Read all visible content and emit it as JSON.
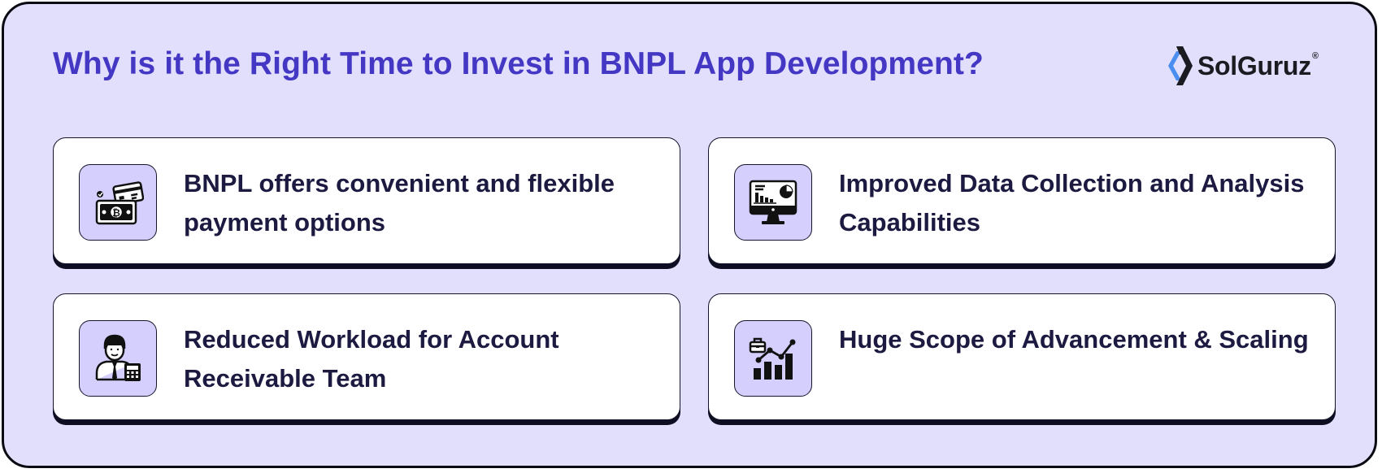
{
  "header": {
    "title": "Why is it the Right Time to Invest in BNPL App Development?",
    "logo": {
      "text": "SolGuruz",
      "registered": "®",
      "icon": "solguruz-logo-icon"
    }
  },
  "colors": {
    "background": "#e2dffd",
    "title": "#4437c4",
    "card_bg": "#ffffff",
    "icon_bg": "#d4cffd",
    "text": "#1c1a40",
    "border": "#0a0a12",
    "logo_blue": "#4a8ff0"
  },
  "cards": [
    {
      "text": "BNPL offers convenient and flexible payment options",
      "icon": "payment-card-cash-icon"
    },
    {
      "text": "Improved Data Collection and Analysis Capabilities",
      "icon": "monitor-analytics-icon"
    },
    {
      "text": "Reduced Workload for Account Receivable Team",
      "icon": "accountant-calculator-icon"
    },
    {
      "text": "Huge Scope of Advancement & Scaling",
      "icon": "growth-chart-briefcase-icon"
    }
  ]
}
